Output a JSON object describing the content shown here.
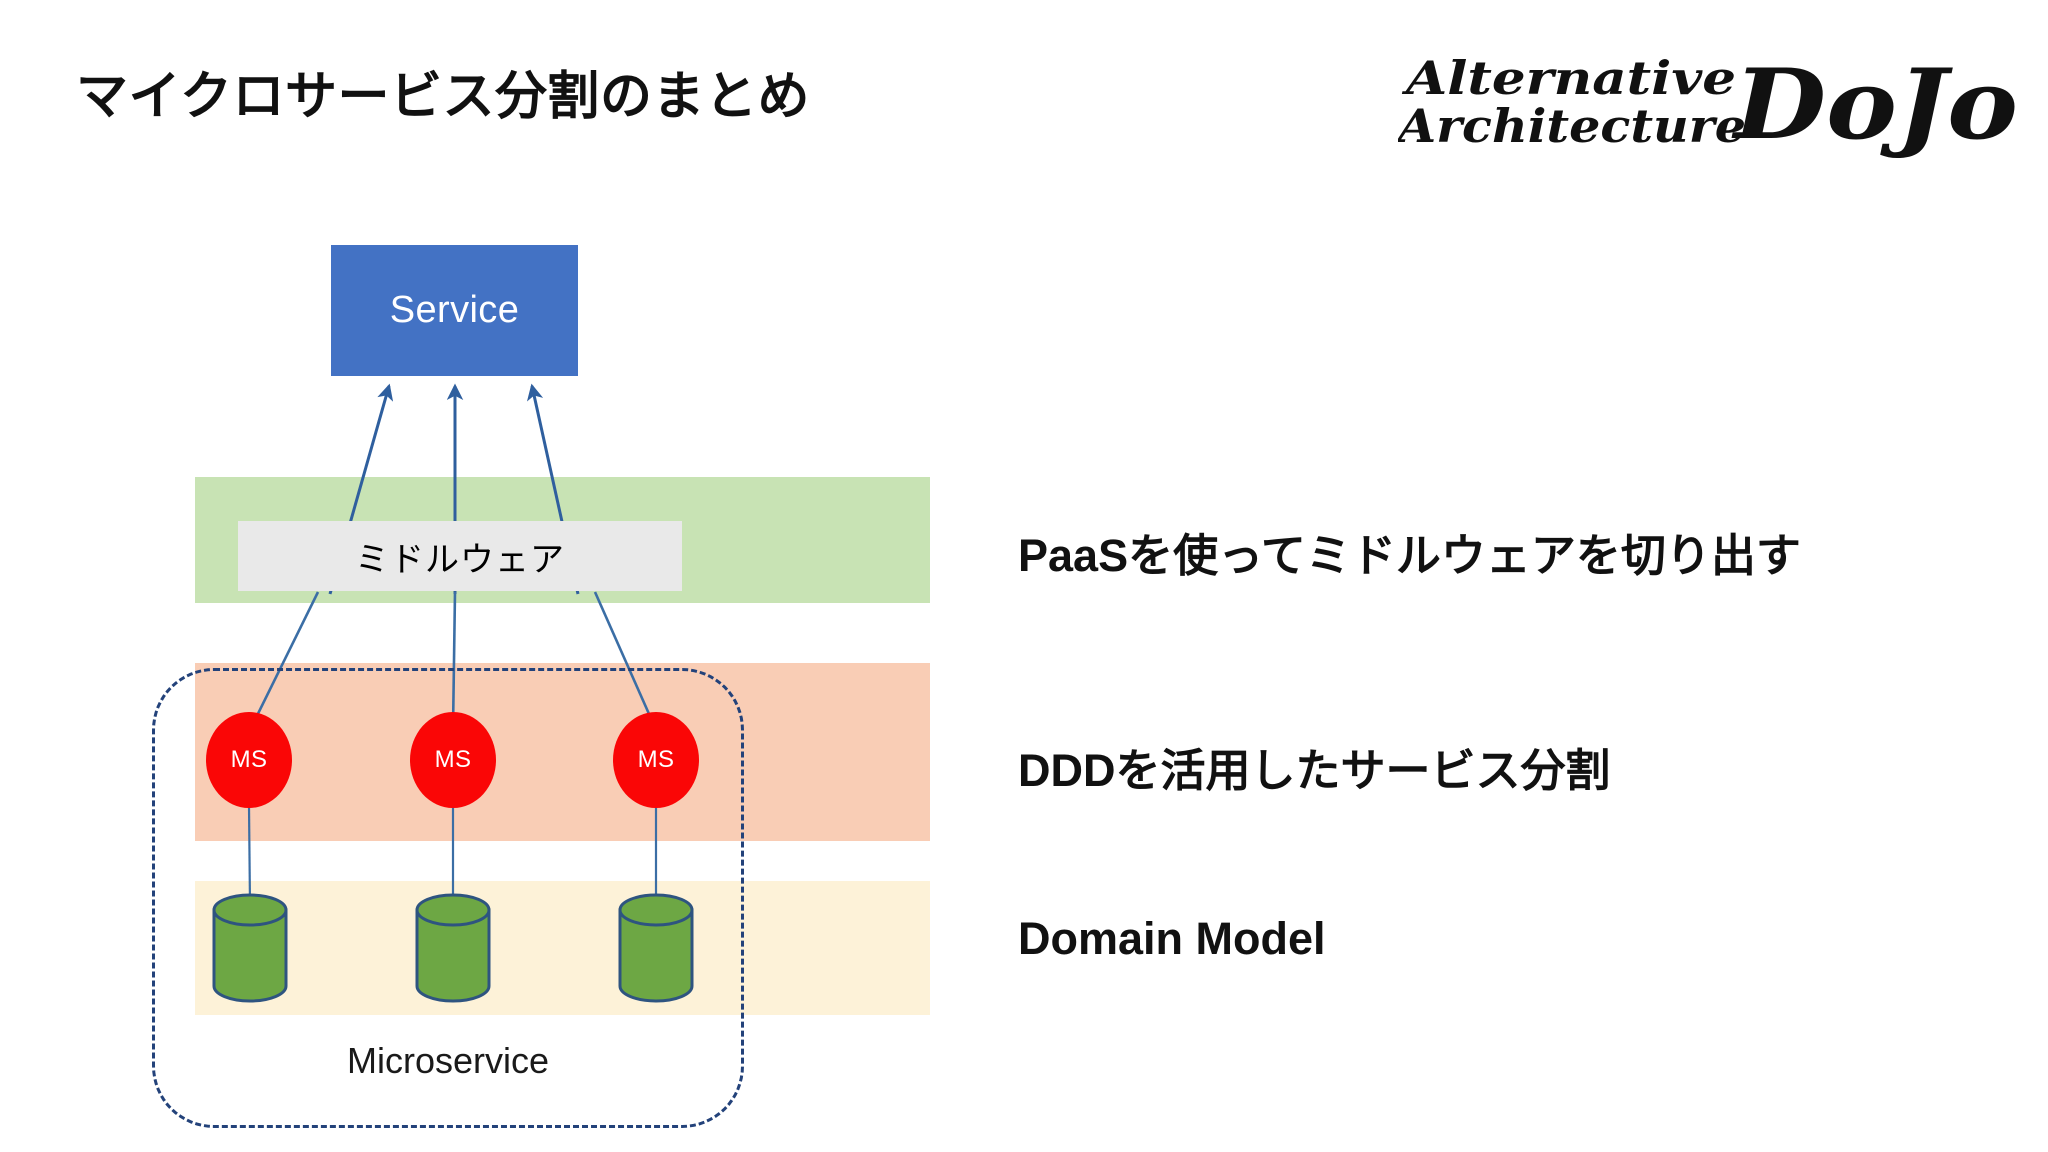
{
  "slide": {
    "title": "マイクロサービス分割のまとめ",
    "background_color": "#FFFFFF"
  },
  "brand": {
    "line1": "Alternative",
    "line2": "Architecture",
    "mark": "DoJo",
    "color": "#111111"
  },
  "diagram": {
    "service": {
      "label": "Service",
      "fill": "#4372C4",
      "text_color": "#FFFFFF"
    },
    "middleware": {
      "label": "ミドルウェア",
      "fill": "#E9E9E9",
      "text_color": "#000000"
    },
    "bands": [
      {
        "name": "middleware-band",
        "color": "#C8E3B4"
      },
      {
        "name": "service-band",
        "color": "#F9CDB5"
      },
      {
        "name": "data-band",
        "color": "#FDF2D8"
      }
    ],
    "microservices": [
      {
        "label": "MS",
        "fill": "#FA0606",
        "text_color": "#FFFFFF"
      },
      {
        "label": "MS",
        "fill": "#FA0606",
        "text_color": "#FFFFFF"
      },
      {
        "label": "MS",
        "fill": "#FA0606",
        "text_color": "#FFFFFF"
      }
    ],
    "databases": [
      {
        "name": "database-cylinder",
        "fill": "#6DA744",
        "stroke": "#2E5480"
      },
      {
        "name": "database-cylinder",
        "fill": "#6DA744",
        "stroke": "#2E5480"
      },
      {
        "name": "database-cylinder",
        "fill": "#6DA744",
        "stroke": "#2E5480"
      }
    ],
    "boundary": {
      "label": "Microservice",
      "stroke": "#23427A",
      "style": "dashed"
    },
    "connector_color": "#3B6EA5",
    "arrow_color": "#2F5F9E"
  },
  "annotations": [
    {
      "text": "PaaSを使ってミドルウェアを切り出す"
    },
    {
      "text": "DDDを活用したサービス分割"
    },
    {
      "text": "Domain Model"
    }
  ]
}
